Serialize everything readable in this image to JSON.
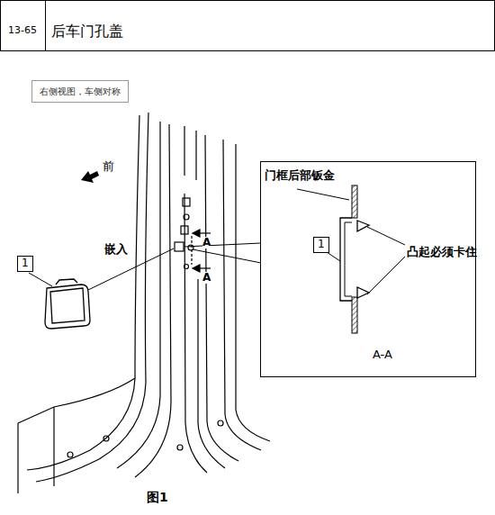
{
  "diagram": {
    "title": "后车门孔盖",
    "caption": "图1",
    "nodes": [
      {
        "text": [
          "右侧视图，车侧对称"
        ]
      },
      {
        "text": [
          "1"
        ]
      },
      {
        "text": [
          "门框后部钣金",
          "凸起必须卡住",
          "A-A"
        ]
      },
      {
        "text": [
          "1"
        ],
        "in": 2
      }
    ],
    "labels": [
      "13-65",
      "前",
      "嵌入",
      "A",
      "A"
    ]
  }
}
